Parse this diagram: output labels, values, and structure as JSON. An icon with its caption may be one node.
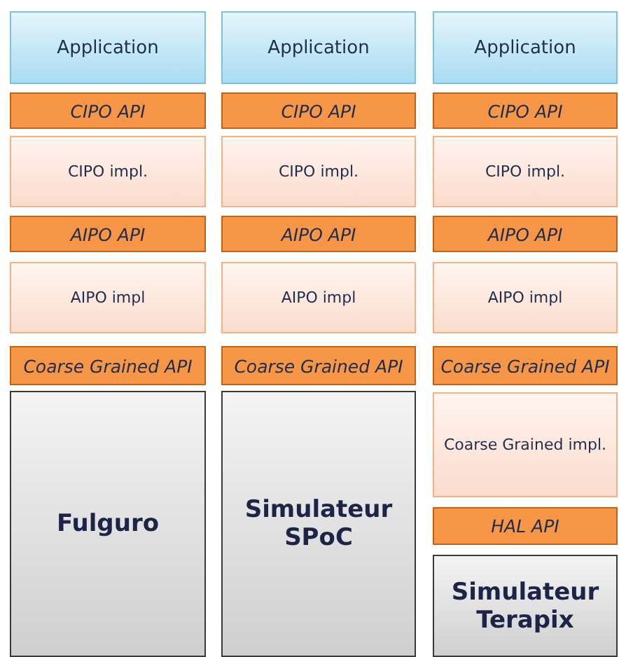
{
  "diagram": {
    "nodes": [
      {
        "text": [
          "Application"
        ]
      },
      {
        "text": [
          "Application"
        ]
      },
      {
        "text": [
          "Application"
        ]
      },
      {
        "text": [
          "CIPO API"
        ]
      },
      {
        "text": [
          "CIPO API"
        ]
      },
      {
        "text": [
          "CIPO API"
        ]
      },
      {
        "text": [
          "CIPO impl."
        ]
      },
      {
        "text": [
          "CIPO impl."
        ]
      },
      {
        "text": [
          "CIPO impl."
        ]
      },
      {
        "text": [
          "AIPO API"
        ]
      },
      {
        "text": [
          "AIPO API"
        ]
      },
      {
        "text": [
          "AIPO API"
        ]
      },
      {
        "text": [
          "AIPO impl"
        ]
      },
      {
        "text": [
          "AIPO impl"
        ]
      },
      {
        "text": [
          "AIPO impl"
        ]
      },
      {
        "text": [
          "Coarse Grained API"
        ]
      },
      {
        "text": [
          "Coarse Grained API"
        ]
      },
      {
        "text": [
          "Coarse Grained API"
        ]
      },
      {
        "text": [
          "Fulguro"
        ]
      },
      {
        "text": [
          "Simulateur SPoC"
        ]
      },
      {
        "text": [
          "Coarse Grained impl."
        ]
      },
      {
        "text": [
          "HAL API"
        ]
      },
      {
        "text": [
          "Simulateur Terapix"
        ]
      }
    ]
  }
}
